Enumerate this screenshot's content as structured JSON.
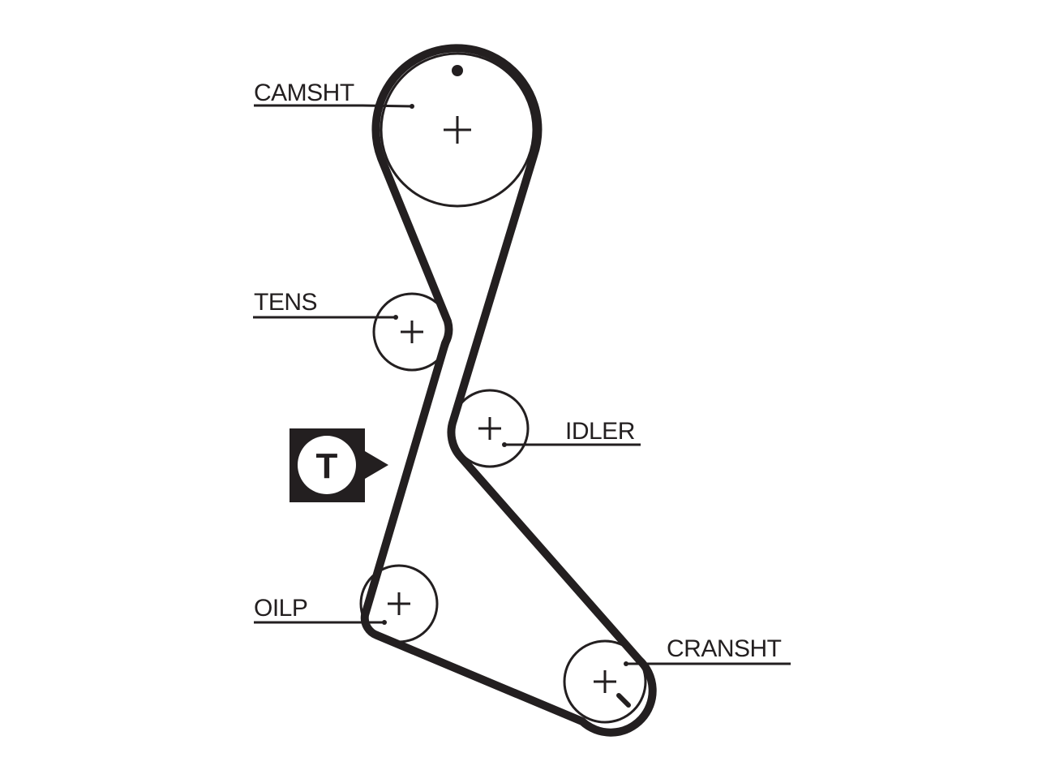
{
  "diagram": {
    "labels": {
      "camshaft": "CAMSHT",
      "tensioner": "TENS",
      "idler": "IDLER",
      "oil_pump": "OILP",
      "crankshaft": "CRANSHT"
    },
    "tension_badge": "T",
    "colors": {
      "ink": "#231f20",
      "background": "#ffffff"
    }
  }
}
